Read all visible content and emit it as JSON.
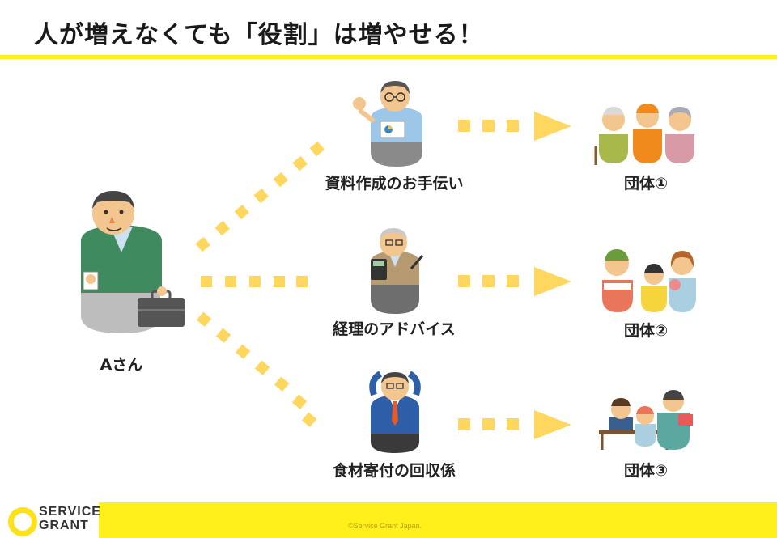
{
  "header": {
    "title": "人が増えなくても「役割」は増やせる！"
  },
  "person": {
    "label": "Aさん"
  },
  "roles": [
    {
      "label": "資料作成のお手伝い"
    },
    {
      "label": "経理のアドバイス"
    },
    {
      "label": "食材寄付の回収係"
    }
  ],
  "groups": [
    {
      "label": "団体①"
    },
    {
      "label": "団体②"
    },
    {
      "label": "団体③"
    }
  ],
  "footer": {
    "logo_line1": "SERVICE",
    "logo_line2": "GRANT",
    "copyright": "©Service Grant Japan."
  },
  "colors": {
    "accent_yellow": "#ffef1a",
    "arrow_yellow": "#ffd75e"
  }
}
